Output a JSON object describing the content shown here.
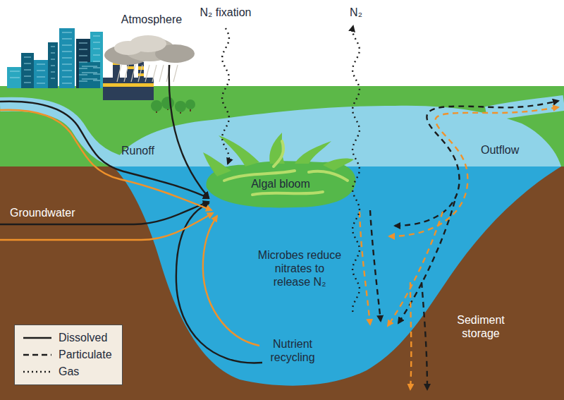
{
  "diagram": {
    "nodes": [
      {
        "text": [
          "Algal bloom"
        ]
      }
    ],
    "labels": [
      "Atmosphere",
      "N₂ fixation",
      "N₂",
      "Runoff",
      "Outflow",
      "Groundwater",
      "Microbes reduce nitrates to release N₂",
      "Nutrient recycling",
      "Sediment storage"
    ],
    "legend": [
      {
        "text": "Dissolved"
      },
      {
        "text": "Particulate"
      },
      {
        "text": "Gas"
      }
    ]
  }
}
